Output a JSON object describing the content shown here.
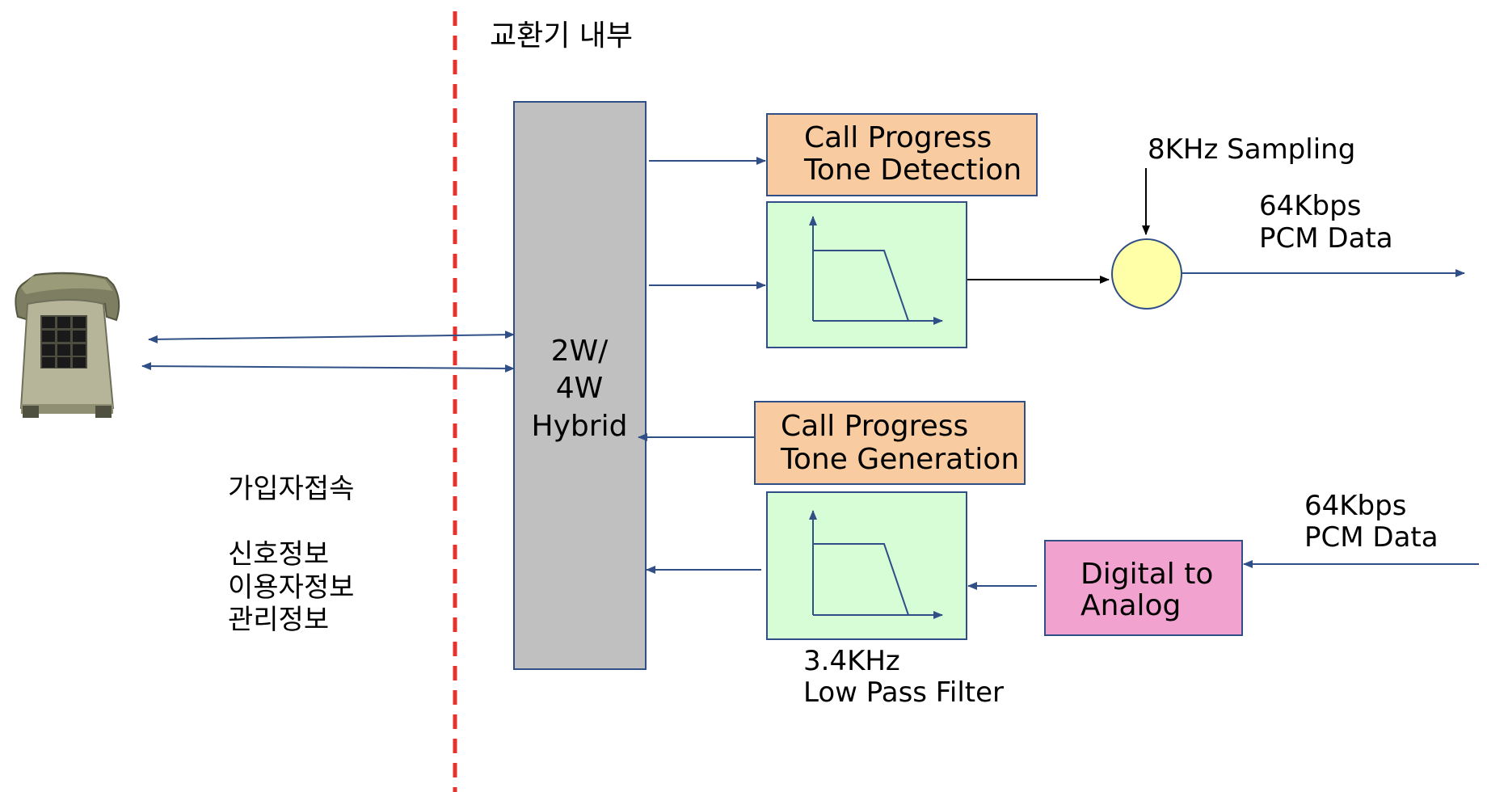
{
  "labels": {
    "exchange_interior": "교환기 내부",
    "hybrid": [
      "2W/",
      "4W",
      "Hybrid"
    ],
    "tone_detection": [
      "Call Progress",
      "Tone  Detection"
    ],
    "tone_generation": [
      "Call Progress",
      "Tone  Generation"
    ],
    "sampling": "8KHz Sampling",
    "pcm_out": [
      "64Kbps",
      "PCM Data"
    ],
    "pcm_in": [
      "64Kbps",
      "PCM Data"
    ],
    "dac": [
      "Digital to",
      "Analog"
    ],
    "lpf": [
      "3.4KHz",
      "Low Pass Filter"
    ],
    "subscriber": [
      "가입자접속",
      "신호정보",
      "이용자정보",
      "관리정보"
    ]
  },
  "icons": {
    "telephone": "telephone-icon"
  },
  "colors": {
    "divider": "#e8302c",
    "hybrid_fill": "#c0c0c0",
    "tone_fill": "#f8cba0",
    "filter_fill": "#d6fdd6",
    "dac_fill": "#f2a2cf",
    "sampler_fill": "#ffffa8",
    "stroke": "#2f4f86",
    "arrow": "#2f4f86"
  }
}
